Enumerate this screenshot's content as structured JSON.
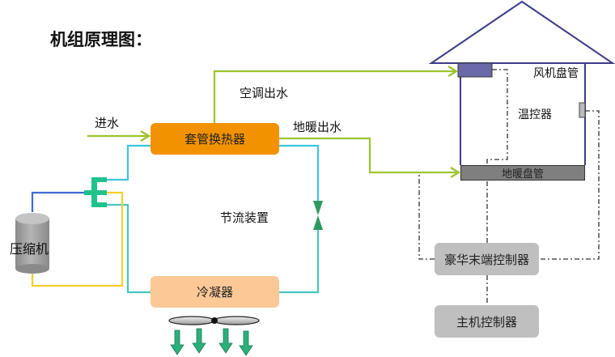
{
  "title": "机组原理图：",
  "labels": {
    "water_in": "进水",
    "ac_water_out": "空调出水",
    "floor_heating_water_out": "地暖出水",
    "throttle": "节流装置",
    "compressor": "压缩机",
    "fan_coil": "风机盘管",
    "thermostat": "温控器"
  },
  "components": {
    "heat_exchanger": "套管换热器",
    "condenser": "冷凝器",
    "floor_heating_coil": "地暖盘管",
    "luxury_terminal_controller": "豪华末端控制器",
    "main_controller": "主机控制器"
  },
  "colors": {
    "water_pipe": "#9bc42f",
    "refrigerant_pipe": "#3cc6dc",
    "suction_pipe": "#3d6bd1",
    "discharge_pipe": "#f5cf2b",
    "valve": "#2e9a60",
    "house_outline": "#3c3c8c",
    "heat_exchanger": "#f39200",
    "condenser": "#fbc896",
    "controller": "#bfbfbf",
    "fan_arrow": "#2bb07a"
  }
}
